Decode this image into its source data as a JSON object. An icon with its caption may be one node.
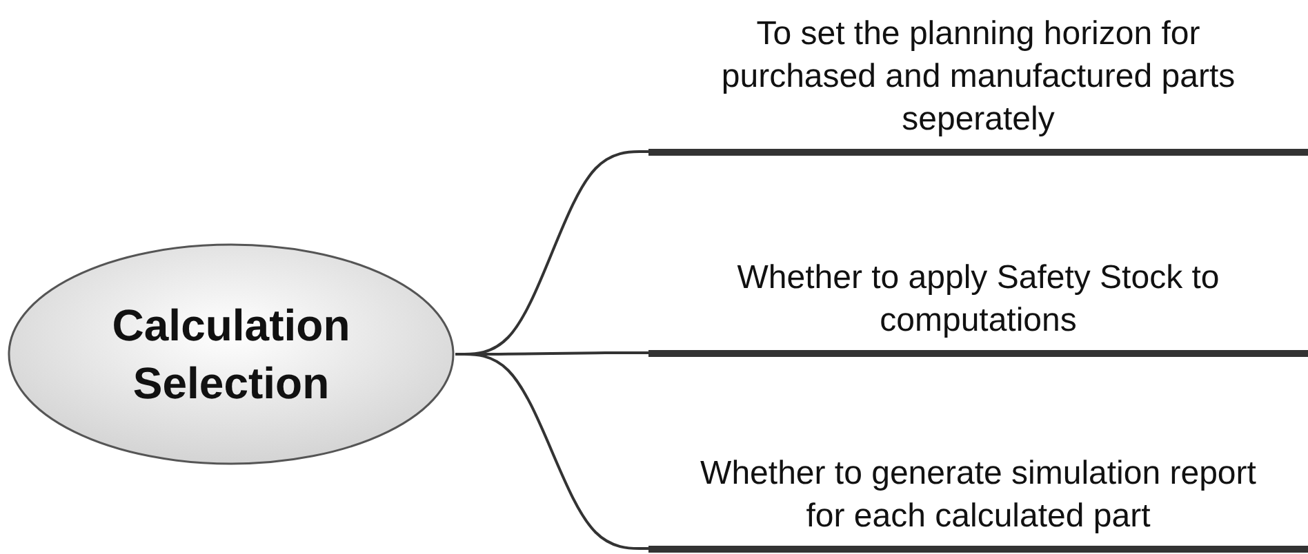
{
  "diagram": {
    "nodes": [
      {
        "text": [
          "Calculation Selection"
        ]
      },
      {
        "text": [
          "To set the planning horizon for purchased and manufactured parts seperately"
        ]
      },
      {
        "text": [
          "Whether to apply Safety Stock to computations"
        ]
      },
      {
        "text": [
          "Whether to generate simulation report for each calculated part"
        ]
      }
    ],
    "edges": [
      {
        "from": 0,
        "to": 1,
        "arrow": "none"
      },
      {
        "from": 0,
        "to": 2,
        "arrow": "none"
      },
      {
        "from": 0,
        "to": 3,
        "arrow": "none"
      }
    ]
  }
}
